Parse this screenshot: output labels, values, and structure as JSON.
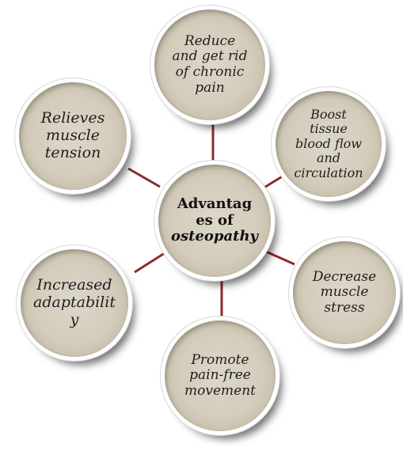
{
  "diagram": {
    "center": {
      "title_line1": "Advantag",
      "title_line2": "es of",
      "title_line3": "osteopathy"
    },
    "nodes": [
      {
        "id": "top",
        "label": "Reduce\nand get rid\nof chronic\npain"
      },
      {
        "id": "upper-right",
        "label": "Boost\ntissue\nblood flow\nand\ncirculation"
      },
      {
        "id": "lower-right",
        "label": "Decrease\nmuscle\nstress"
      },
      {
        "id": "bottom",
        "label": "Promote\npain-free\nmovement"
      },
      {
        "id": "lower-left",
        "label": "Increased\nadaptabilit\ny"
      },
      {
        "id": "upper-left",
        "label": "Relieves\nmuscle\ntension"
      }
    ],
    "colors": {
      "connector": "#8b2b2f",
      "node_fill": "#d3ccbb",
      "text": "#1e1e1e"
    }
  }
}
